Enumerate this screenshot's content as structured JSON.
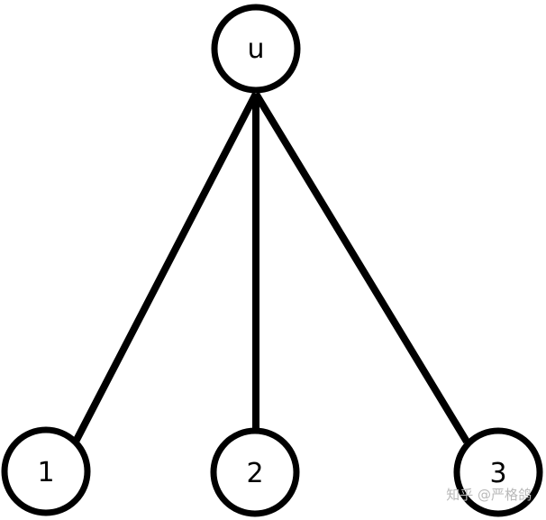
{
  "diagram": {
    "nodes": [
      {
        "id": "u",
        "label": "u"
      },
      {
        "id": "1",
        "label": "1"
      },
      {
        "id": "2",
        "label": "2"
      },
      {
        "id": "3",
        "label": "3"
      }
    ],
    "edges": [
      {
        "from": "u",
        "to": "1"
      },
      {
        "from": "u",
        "to": "2"
      },
      {
        "from": "u",
        "to": "3"
      }
    ]
  },
  "watermark": {
    "text": "知乎 @严格鸽"
  }
}
